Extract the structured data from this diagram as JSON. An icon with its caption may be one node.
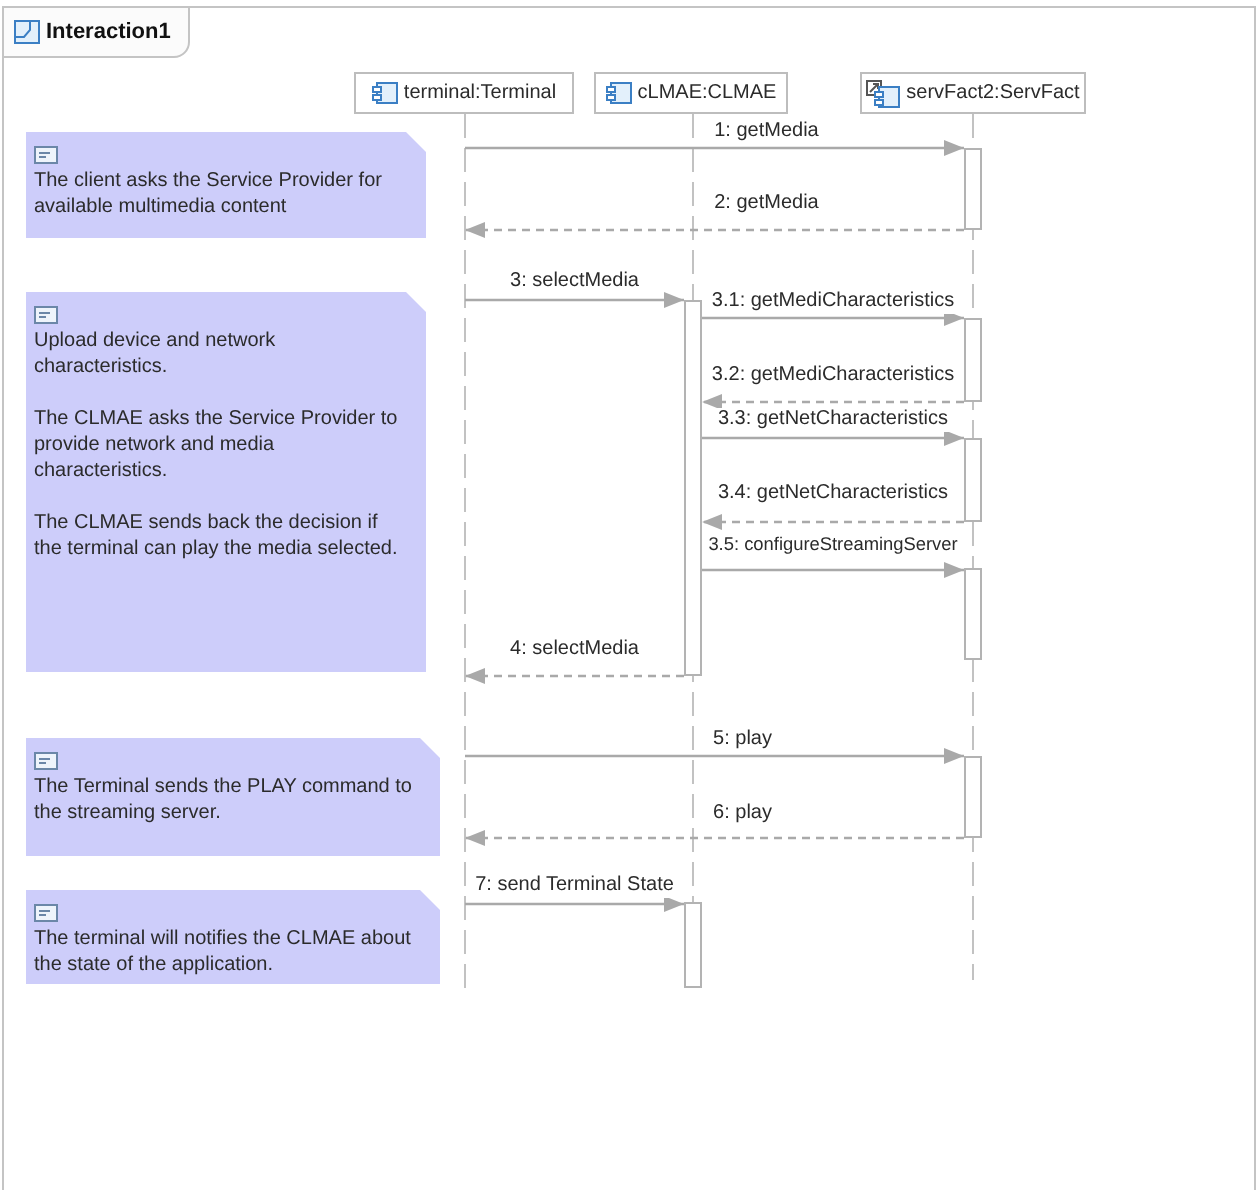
{
  "diagram": {
    "title": "Interaction1",
    "nodes": [
      {
        "text": [
          "terminal:Terminal"
        ]
      },
      {
        "text": [
          "cLMAE:CLMAE"
        ]
      },
      {
        "text": [
          "servFact2:ServFact"
        ]
      },
      {
        "text": [],
        "shape": "line"
      },
      {
        "text": [],
        "shape": "line"
      },
      {
        "text": [],
        "shape": "line"
      },
      {
        "text": [
          "The client asks the Service Provider for available multimedia content"
        ]
      },
      {
        "text": [
          "Upload device and network characteristics.",
          "The CLMAE asks the Service Provider to provide network and media characteristics.",
          "The CLMAE sends back the decision if the terminal can play the media selected."
        ]
      },
      {
        "text": [
          "The Terminal sends the PLAY command to the streaming server."
        ]
      },
      {
        "text": [
          "The terminal will notifies the CLMAE about the state of the application."
        ]
      },
      {
        "text": [],
        "shape": "bar",
        "in": 5
      },
      {
        "text": [],
        "shape": "bar",
        "in": 4
      },
      {
        "text": [],
        "shape": "bar",
        "in": 5
      },
      {
        "text": [],
        "shape": "bar",
        "in": 5
      },
      {
        "text": [],
        "shape": "bar",
        "in": 5
      },
      {
        "text": [],
        "shape": "bar",
        "in": 5
      },
      {
        "text": [],
        "shape": "bar",
        "in": 4
      }
    ],
    "edges": [
      {
        "from": 3,
        "to": 10,
        "arrow": "to",
        "label": "1: getMedia"
      },
      {
        "from": 10,
        "to": 3,
        "arrow": "to",
        "label": "2: getMedia",
        "style": "dashed"
      },
      {
        "from": 3,
        "to": 11,
        "arrow": "to",
        "label": "3: selectMedia"
      },
      {
        "from": 11,
        "to": 12,
        "arrow": "to",
        "label": "3.1: getMediCharacteristics"
      },
      {
        "from": 12,
        "to": 11,
        "arrow": "to",
        "label": "3.2: getMediCharacteristics",
        "style": "dashed"
      },
      {
        "from": 11,
        "to": 13,
        "arrow": "to",
        "label": "3.3: getNetCharacteristics"
      },
      {
        "from": 13,
        "to": 11,
        "arrow": "to",
        "label": "3.4: getNetCharacteristics",
        "style": "dashed"
      },
      {
        "from": 11,
        "to": 14,
        "arrow": "to",
        "label": "3.5: configureStreamingServer"
      },
      {
        "from": 11,
        "to": 3,
        "arrow": "to",
        "label": "4: selectMedia",
        "style": "dashed"
      },
      {
        "from": 3,
        "to": 15,
        "arrow": "to",
        "label": "5: play"
      },
      {
        "from": 15,
        "to": 3,
        "arrow": "to",
        "label": "6: play",
        "style": "dashed"
      },
      {
        "from": 3,
        "to": 16,
        "arrow": "to",
        "label": "7: send Terminal State"
      }
    ]
  }
}
